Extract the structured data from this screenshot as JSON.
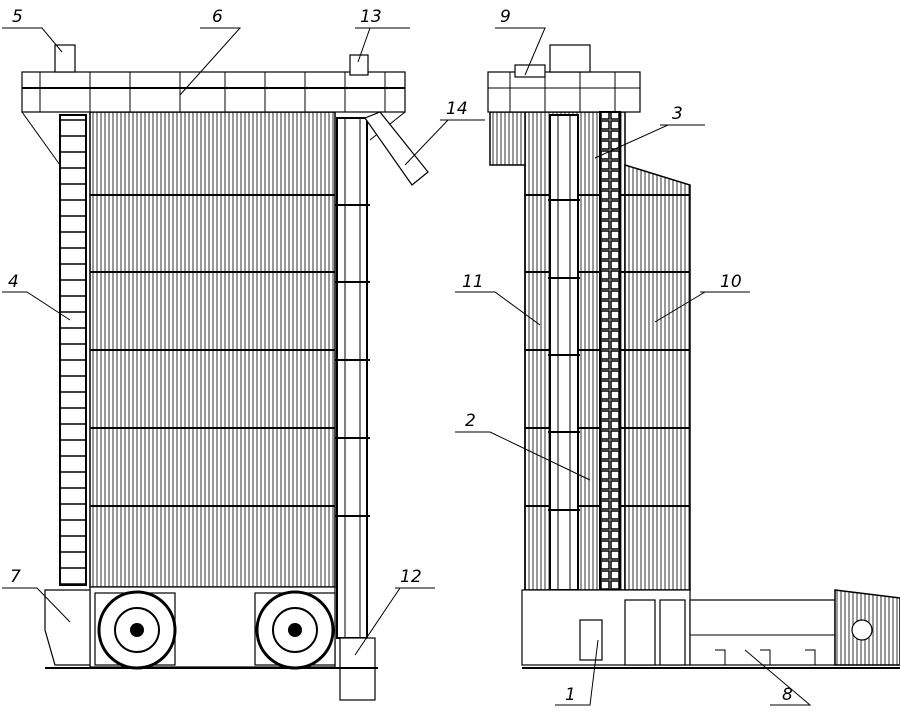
{
  "drawing": {
    "labels": {
      "l1": "1",
      "l2": "2",
      "l3": "3",
      "l4": "4",
      "l5": "5",
      "l6": "6",
      "l7": "7",
      "l8": "8",
      "l9": "9",
      "l10": "10",
      "l11": "11",
      "l12": "12",
      "l13": "13",
      "l14": "14"
    },
    "line_color": "#000000",
    "background": "#ffffff"
  }
}
